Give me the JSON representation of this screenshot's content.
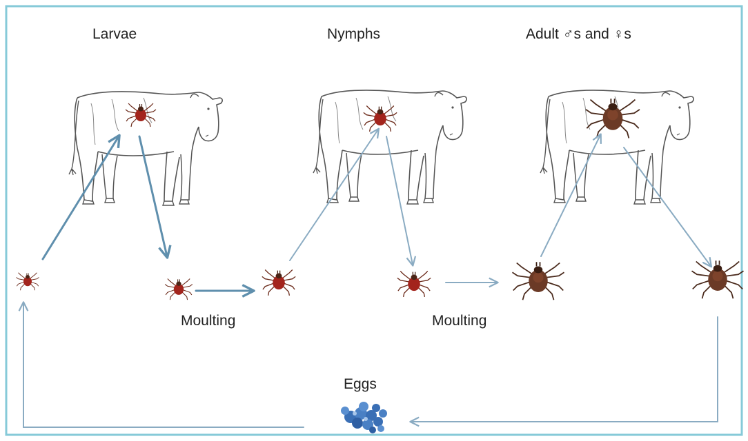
{
  "colors": {
    "frame": "#86cad8",
    "arrow": "#5f8fad",
    "arrow_light": "#8aabc2",
    "larva_tick": "#a3241c",
    "adult_tick": "#6b3a26",
    "egg": "#3a6fb5",
    "cow_line": "#555555"
  },
  "labels": {
    "larvae": "Larvae",
    "nymphs": "Nymphs",
    "adults": "Adult ♂s and ♀s",
    "moulting_1": "Moulting",
    "moulting_2": "Moulting",
    "eggs": "Eggs"
  },
  "icons": [
    "cow-icon",
    "tick-icon",
    "eggs-icon",
    "arrow"
  ]
}
